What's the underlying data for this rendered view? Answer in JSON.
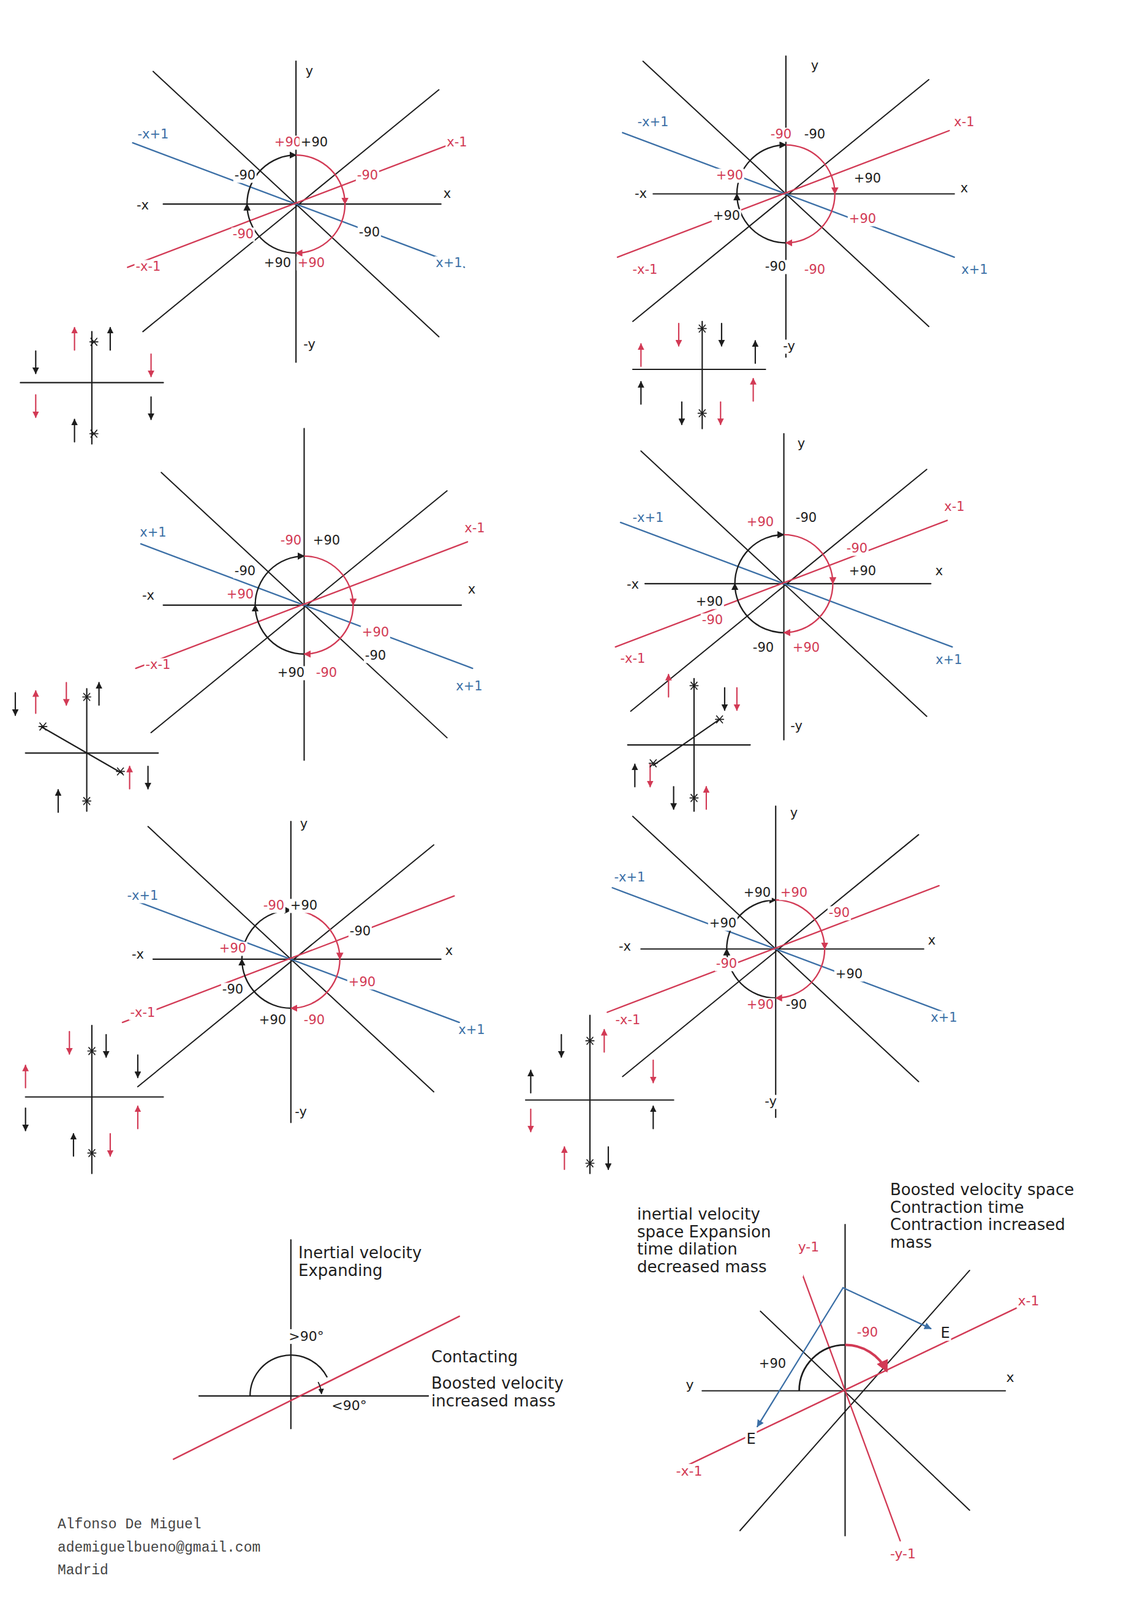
{
  "diagram": {
    "labels": [
      "y",
      "-x+1",
      "+90",
      "+90",
      "x-1",
      "-90",
      "-90",
      "-x",
      "x",
      "-90",
      "-90",
      "-x-1",
      "+90",
      "+90",
      "x+1",
      "-y",
      "y",
      "-x+1",
      "-90",
      "-90",
      "x-1",
      "+90",
      "+90",
      "-x",
      "x",
      "+90",
      "+90",
      "-x-1",
      "-90",
      "-90",
      "x+1",
      "-y",
      "x+1",
      "-90",
      "+90",
      "x-1",
      "-90",
      "+90",
      "-x",
      "x",
      "+90",
      "-90",
      "-x-1",
      "+90",
      "-90",
      "x+1",
      "y",
      "-x+1",
      "+90",
      "-90",
      "x-1",
      "-90",
      "+90",
      "-x",
      "x",
      "+90",
      "-90",
      "-x-1",
      "-90",
      "+90",
      "x+1",
      "-y",
      "y",
      "-x+1",
      "-90",
      "+90",
      "-90",
      "+90",
      "-x",
      "x",
      "-90",
      "+90",
      "-x-1",
      "+90",
      "-90",
      "x+1",
      "-y",
      "y",
      "-x+1",
      "+90",
      "+90",
      "-90",
      "+90",
      "-x",
      "x",
      "-90",
      "+90",
      "-x-1",
      "+90",
      "-90",
      "x+1",
      "-y",
      "Inertial velocity Expanding",
      ">90°",
      "<90°",
      "Contacting",
      "Boosted velocity increased mass",
      "inertial velocity space Expansion time dilation decreased mass",
      "Boosted velocity space Contraction time Contraction increased mass",
      "y-1",
      "x-1",
      "-x-1",
      "-y-1",
      "E",
      "E",
      "-90",
      "+90",
      "y",
      "x",
      "Alfonso De Miguel",
      "ademiguelbueno@gmail.com",
      "Madrid"
    ]
  }
}
